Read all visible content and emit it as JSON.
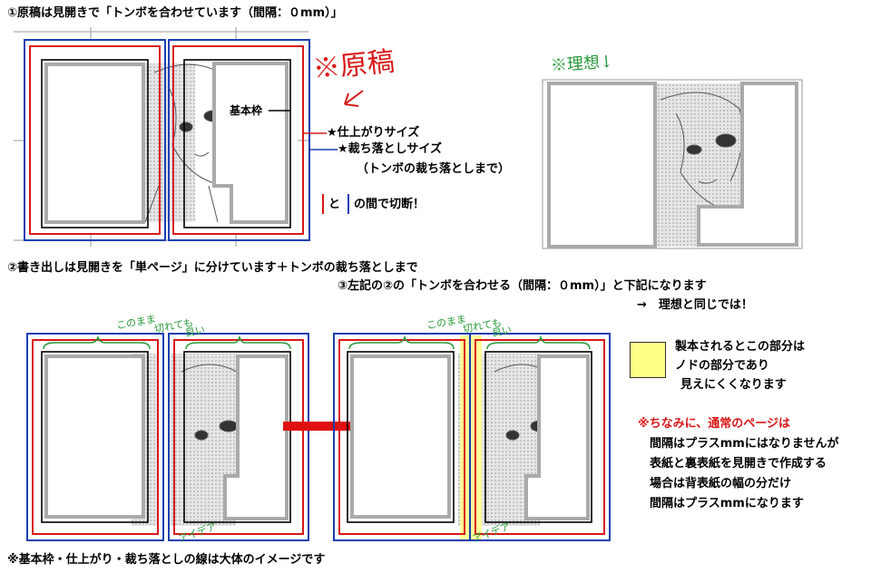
{
  "heading1": "①原稿は見開きで「トンボを合わせています（間隔：０mm）」",
  "heading2": "②書き出しは見開きを「単ページ」に分けています＋トンボの裁ち落としまで",
  "heading3a": "③左記の②の「トンボを合わせる（間隔：０mm）」と下記になります",
  "heading3b": "→　理想と同じでは！",
  "label_basic_frame": "基本枠",
  "label_finish_size": "★仕上がりサイズ",
  "label_bleed_size": "★裁ち落としサイズ",
  "label_bleed_note": "（トンボの裁ち落としまで）",
  "label_cut_and": "と",
  "label_cut_between": "の間で切断！",
  "hand_original": "※原稿",
  "hand_ideal": "※理想↓",
  "hand_keep": "このまま",
  "hand_cut_ok": "切れても",
  "hand_ok": "良い",
  "hand_idea": "アイデア",
  "binding_note": [
    "製本されるとこの部分は",
    "ノドの部分であり",
    "見えにくくなります"
  ],
  "note_lines": [
    "※ちなみに、通常のページは",
    "間隔はプラスmmにはなりませんが",
    "表紙と裏表紙を見開きで作成する",
    "場合は背表紙の幅の分だけ",
    "間隔はプラスmmになります"
  ],
  "footer_note": "※基本枠・仕上がり・裁ち落としの線は大体のイメージです",
  "colors": {
    "finish": "#d81818",
    "bleed": "#1a3fb0",
    "binding": "#ffff88",
    "handwriting": "#2a9a3a",
    "arrow": "#e01010"
  }
}
